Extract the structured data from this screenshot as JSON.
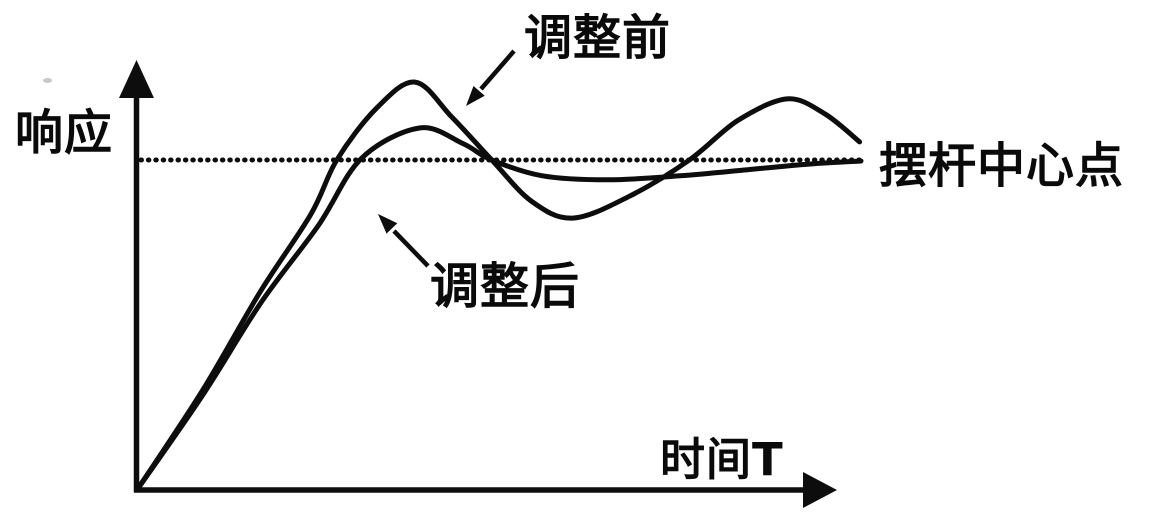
{
  "figure": {
    "background": "#ffffff",
    "ink_color": "#0d0d0d",
    "description": "Hand-style control response sketch comparing system step response before and after tuning, with a dotted setpoint line"
  },
  "chart_data": {
    "type": "line",
    "title": "",
    "xlabel": "时间T",
    "ylabel": "响应",
    "x_range": [
      0,
      10
    ],
    "y_range": [
      0,
      1.45
    ],
    "grid": false,
    "axes_style": "arrow-tipped, no tick labels",
    "legend_position": "inline arrow annotations",
    "reference_line": {
      "label": "摆杆中心点",
      "y": 1.0,
      "style": "dotted"
    },
    "series": [
      {
        "name": "调整前",
        "style": "solid",
        "color": "#0d0d0d",
        "t": [
          0,
          0.9,
          1.7,
          2.4,
          2.76,
          3.3,
          3.84,
          4.35,
          4.9,
          5.45,
          6.02,
          6.8,
          7.63,
          8.3,
          8.98,
          9.5,
          9.98
        ],
        "v": [
          0,
          0.3,
          0.6,
          0.835,
          1.0,
          1.155,
          1.236,
          1.13,
          1.0,
          0.875,
          0.824,
          0.89,
          1.0,
          1.12,
          1.185,
          1.14,
          1.055
        ]
      },
      {
        "name": "调整后",
        "style": "solid",
        "color": "#0d0d0d",
        "t": [
          0,
          0.9,
          1.72,
          2.5,
          3.1,
          3.9,
          4.5,
          4.9,
          5.6,
          6.5,
          7.5,
          8.5,
          9.3,
          10
        ],
        "v": [
          0,
          0.285,
          0.57,
          0.8,
          1.005,
          1.097,
          1.05,
          1.0,
          0.952,
          0.94,
          0.952,
          0.972,
          0.988,
          0.997
        ]
      }
    ],
    "annotations": [
      {
        "text": "调整前",
        "points_to": "first overshoot of pre-adjustment curve"
      },
      {
        "text": "调整后",
        "points_to": "rising edge of post-adjustment curve"
      }
    ]
  }
}
